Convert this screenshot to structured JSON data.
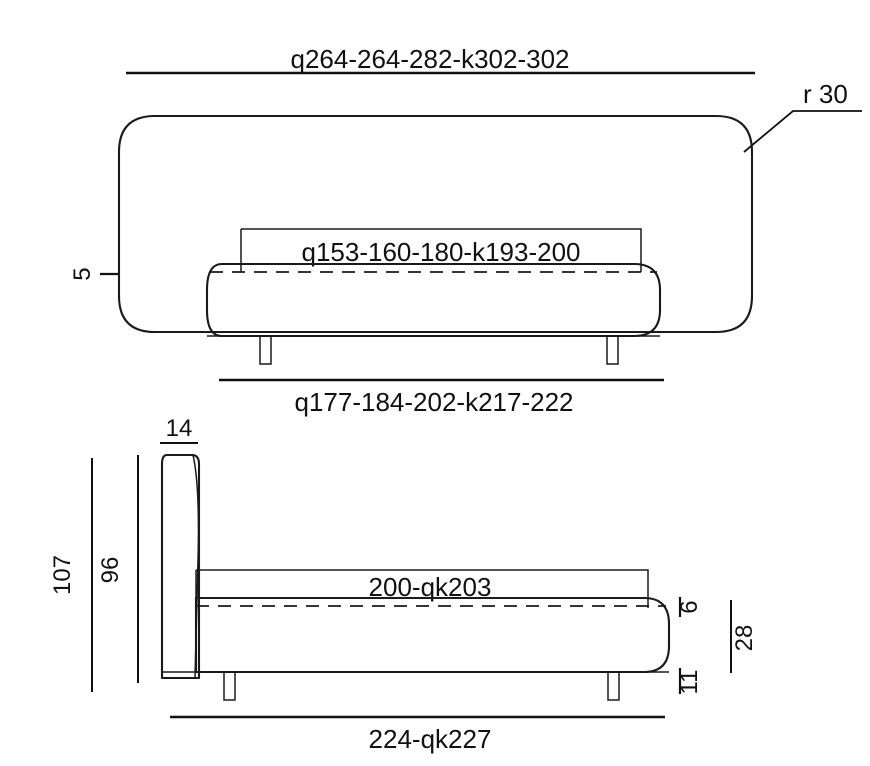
{
  "drawing": {
    "title": "Bed technical dimension drawing",
    "views": {
      "top": {
        "name": "front-elevation-view",
        "overall_width_label": "q264-264-282-k302-302",
        "mattress_width_label": "q153-160-180-k193-200",
        "base_width_label": "q177-184-202-k217-222",
        "left_edge_label": "5",
        "corner_radius_label": "r 30"
      },
      "side": {
        "name": "side-elevation-view",
        "headboard_thickness_label": "14",
        "total_height_label": "107",
        "headboard_height_label": "96",
        "mattress_length_label": "200-qk203",
        "mattress_thickness_label": "6",
        "leg_height_label": "11",
        "base_to_floor_label": "28",
        "overall_length_label": "224-qk227"
      }
    },
    "colors": {
      "line": "#1a1a1a",
      "dimension": "#111111",
      "background": "#ffffff"
    }
  }
}
